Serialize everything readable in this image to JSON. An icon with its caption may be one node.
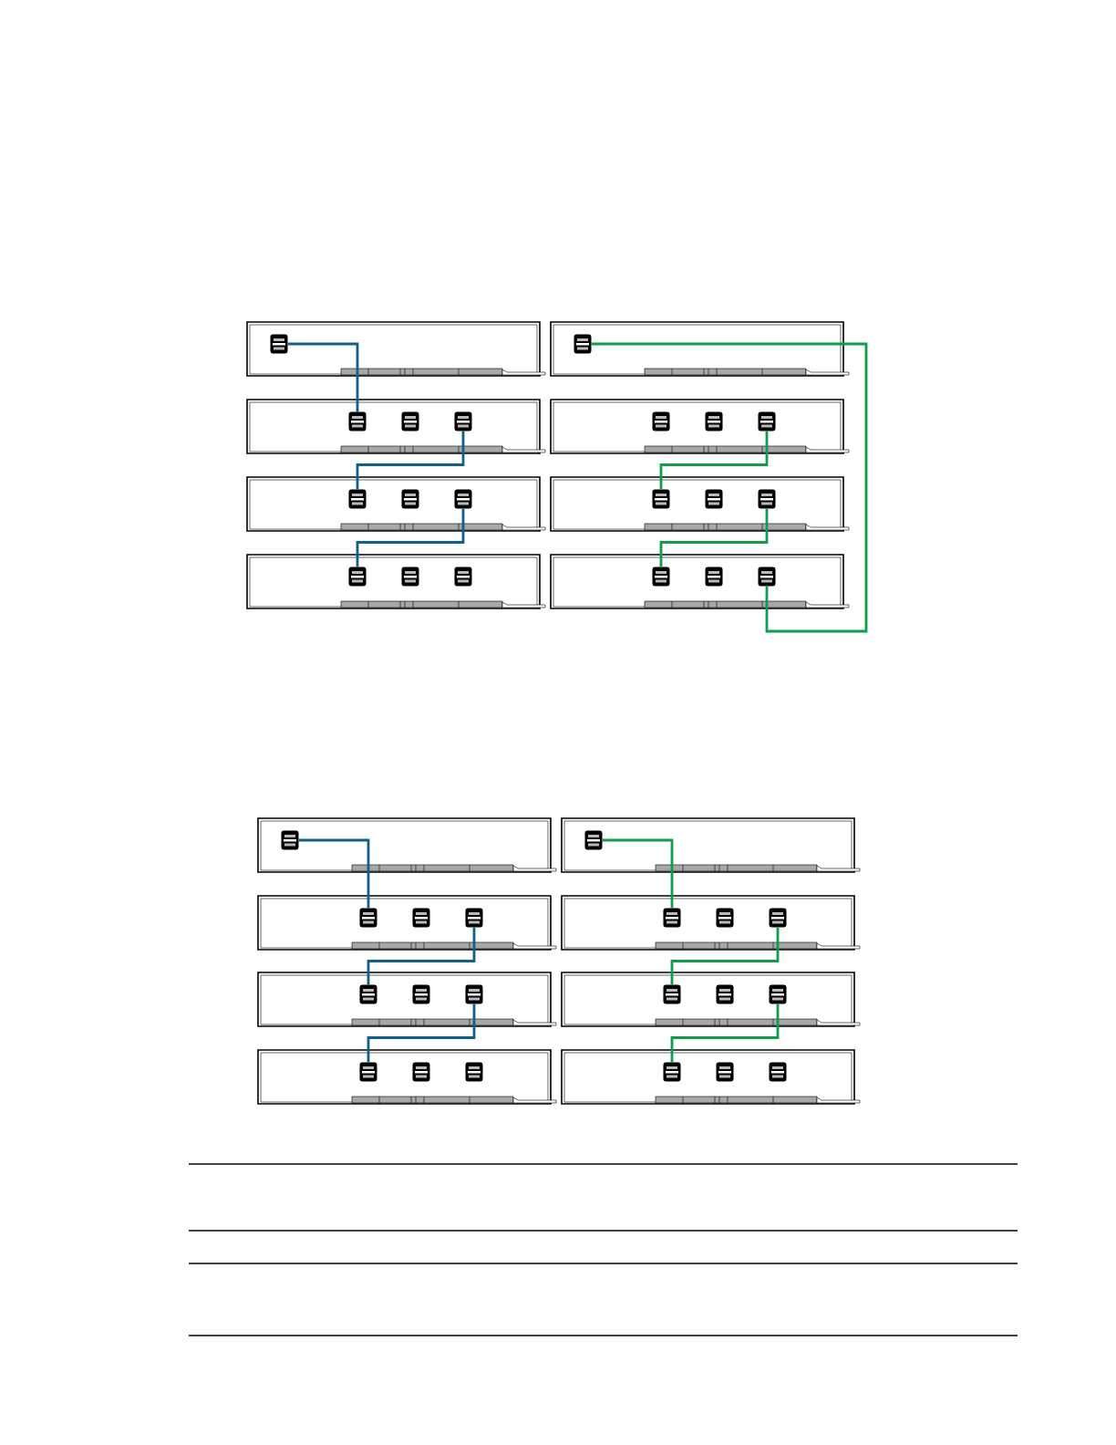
{
  "diagram": {
    "nodes": [
      {
        "text": [],
        "shape": "box"
      },
      {
        "text": [],
        "shape": "box",
        "in": 0
      },
      {
        "text": [],
        "shape": "box"
      },
      {
        "text": [],
        "shape": "box",
        "in": 2
      },
      {
        "text": [],
        "shape": "box"
      },
      {
        "text": [],
        "shape": "box",
        "in": 4
      },
      {
        "text": [],
        "shape": "box",
        "in": 4
      },
      {
        "text": [],
        "shape": "box"
      },
      {
        "text": [],
        "shape": "box",
        "in": 7
      },
      {
        "text": [],
        "shape": "box"
      },
      {
        "text": [],
        "shape": "box",
        "in": 9
      },
      {
        "text": [],
        "shape": "box",
        "in": 9
      },
      {
        "text": [],
        "shape": "box"
      },
      {
        "text": [],
        "shape": "box",
        "in": 12
      },
      {
        "text": [],
        "shape": "box",
        "in": 12
      },
      {
        "text": [],
        "shape": "box"
      },
      {
        "text": [],
        "shape": "box",
        "in": 15
      },
      {
        "text": [],
        "shape": "box"
      },
      {
        "text": [],
        "shape": "box",
        "in": 17
      },
      {
        "text": [],
        "shape": "box",
        "in": 17
      },
      {
        "text": [],
        "shape": "box"
      },
      {
        "text": [],
        "shape": "box",
        "in": 20
      },
      {
        "text": [],
        "shape": "box"
      },
      {
        "text": [],
        "shape": "box",
        "in": 22
      },
      {
        "text": [],
        "shape": "box"
      },
      {
        "text": [],
        "shape": "box",
        "in": 24
      },
      {
        "text": [],
        "shape": "box",
        "in": 24
      },
      {
        "text": [],
        "shape": "box"
      },
      {
        "text": [],
        "shape": "box",
        "in": 27
      },
      {
        "text": [],
        "shape": "box",
        "in": 27
      },
      {
        "text": [],
        "shape": "box"
      },
      {
        "text": [],
        "shape": "box",
        "in": 30
      },
      {
        "text": [],
        "shape": "box",
        "in": 30
      },
      {
        "text": [],
        "shape": "box"
      },
      {
        "text": [],
        "shape": "box",
        "in": 33
      },
      {
        "text": [],
        "shape": "box",
        "in": 33
      },
      {
        "text": [],
        "shape": "box"
      },
      {
        "text": [],
        "shape": "box",
        "in": 36
      },
      {
        "text": [],
        "shape": "box"
      },
      {
        "text": [],
        "shape": "box",
        "in": 38
      }
    ],
    "edges": [
      {
        "from": 1,
        "to": 5,
        "arrow": "none",
        "color": "#125e8c"
      },
      {
        "from": 6,
        "to": 10,
        "arrow": "none",
        "color": "#125e8c"
      },
      {
        "from": 11,
        "to": 16,
        "arrow": "none",
        "color": "#125e8c"
      },
      {
        "from": 3,
        "to": 19,
        "arrow": "none",
        "color": "#0f9d4c"
      },
      {
        "from": 8,
        "to": 13,
        "arrow": "none",
        "color": "#0f9d4c"
      },
      {
        "from": 14,
        "to": 18,
        "arrow": "none",
        "color": "#0f9d4c"
      },
      {
        "from": 21,
        "to": 25,
        "arrow": "none",
        "color": "#125e8c"
      },
      {
        "from": 26,
        "to": 31,
        "arrow": "none",
        "color": "#125e8c"
      },
      {
        "from": 32,
        "to": 37,
        "arrow": "none",
        "color": "#125e8c"
      },
      {
        "from": 23,
        "to": 28,
        "arrow": "none",
        "color": "#0f9d4c"
      },
      {
        "from": 29,
        "to": 34,
        "arrow": "none",
        "color": "#0f9d4c"
      },
      {
        "from": 35,
        "to": 39,
        "arrow": "none",
        "color": "#0f9d4c"
      }
    ]
  }
}
